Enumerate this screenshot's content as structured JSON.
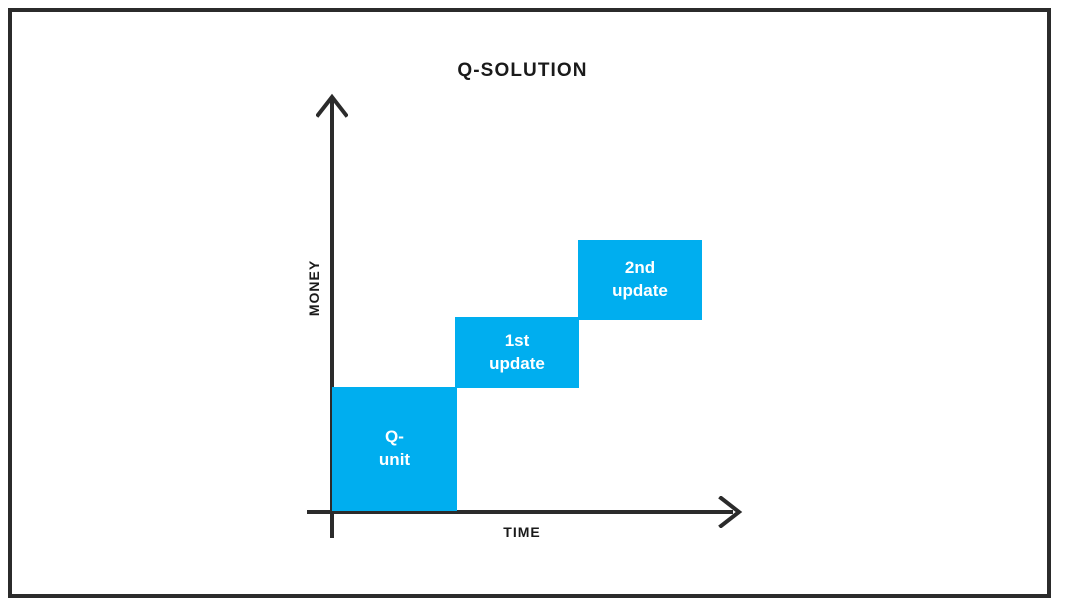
{
  "chart_data": {
    "type": "bar",
    "title": "Q-SOLUTION",
    "xlabel": "TIME",
    "ylabel": "MONEY",
    "grid": false,
    "legend": "none",
    "bar_color": "#00aeef",
    "axis_color": "#2b2b2b",
    "label_color": "#ffffff",
    "categories": [
      "Q-unit",
      "1st update",
      "2nd update"
    ],
    "values": [
      1,
      1.56,
      2.19
    ],
    "ylim": [
      0,
      3.33
    ],
    "axis_ticks": [],
    "annotations": [
      {
        "line1": "Q-",
        "line2": "unit"
      },
      {
        "line1": "1st",
        "line2": "update"
      },
      {
        "line1": "2nd",
        "line2": "update"
      }
    ]
  },
  "chart": {
    "title": "Q-SOLUTION",
    "y_axis_label": "MONEY",
    "x_axis_label": "TIME",
    "bars": [
      {
        "line1": "Q-",
        "line2": "unit",
        "name": "bar-q-unit"
      },
      {
        "line1": "1st",
        "line2": "update",
        "name": "bar-1st-update"
      },
      {
        "line1": "2nd",
        "line2": "update",
        "name": "bar-2nd-update"
      }
    ]
  }
}
